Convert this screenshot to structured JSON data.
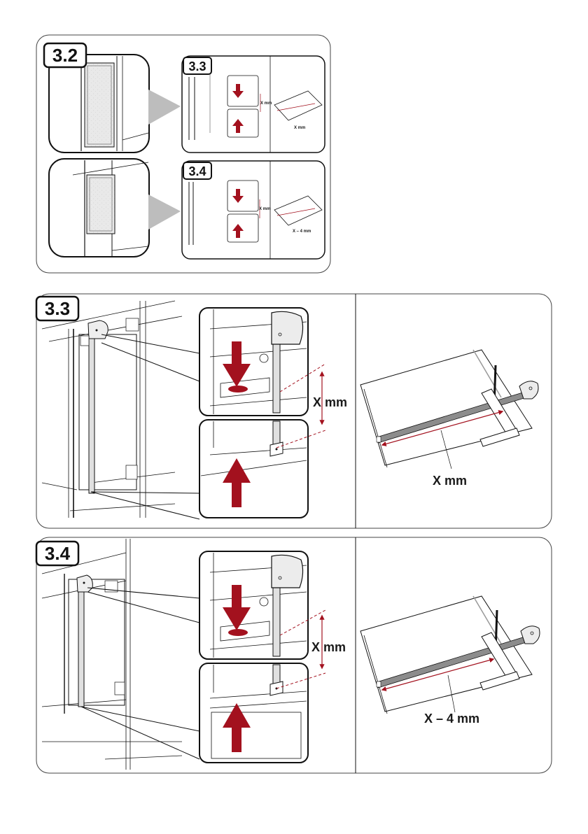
{
  "overview": {
    "step_main": "3.2",
    "step_a": "3.3",
    "step_b": "3.4",
    "thumb_a_dim": "X mm",
    "thumb_a_measure": "X mm",
    "thumb_b_dim": "X mm",
    "thumb_b_measure": "X – 4 mm"
  },
  "panel_33": {
    "step": "3.3",
    "dimension_label": "X mm",
    "measure_label": "X mm"
  },
  "panel_34": {
    "step": "3.4",
    "dimension_label": "X mm",
    "measure_label": "X – 4 mm"
  },
  "colors": {
    "accent_red": "#a3111e",
    "line": "#1a1a1a",
    "door_fill": "#e6e6e6",
    "arrow_grey": "#bdbdbd"
  }
}
